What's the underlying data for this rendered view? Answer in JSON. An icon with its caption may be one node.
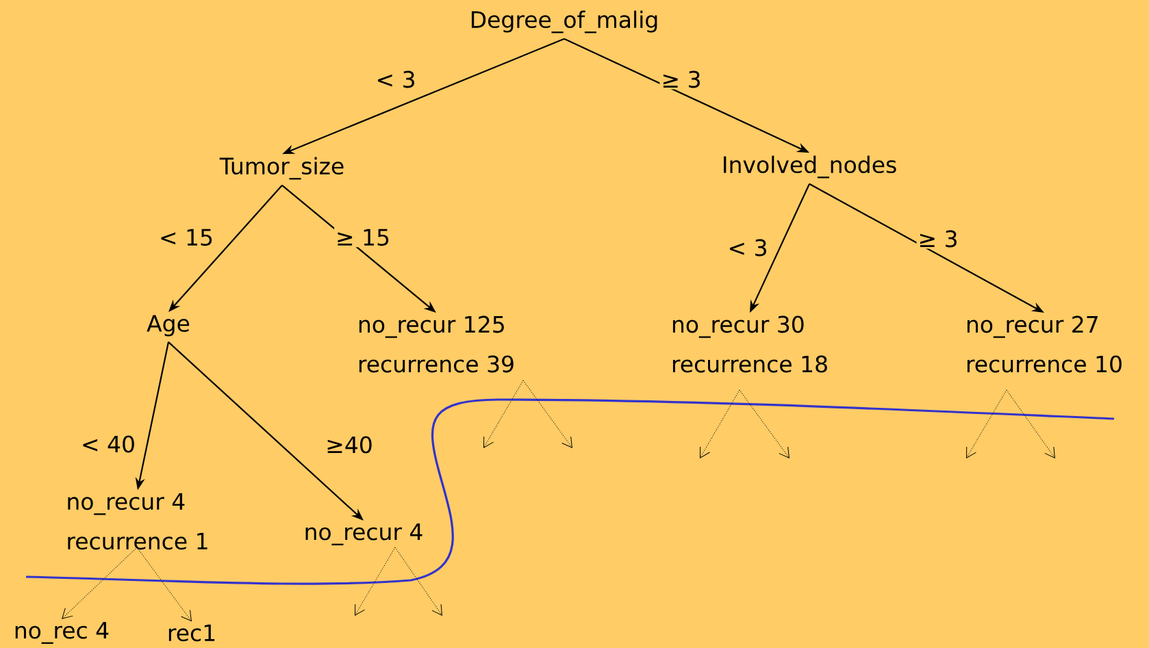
{
  "diagram": {
    "nodes": [
      {
        "text": [
          "Degree_of_malig"
        ]
      },
      {
        "text": [
          "Tumor_size"
        ]
      },
      {
        "text": [
          "Involved_nodes"
        ]
      },
      {
        "text": [
          "Age"
        ]
      },
      {
        "text": [
          "no_recur 125",
          "recurrence 39"
        ]
      },
      {
        "text": [
          "no_recur 30",
          "recurrence 18"
        ]
      },
      {
        "text": [
          "no_recur 27",
          "recurrence 10"
        ]
      },
      {
        "text": [
          "no_recur 4",
          "recurrence 1"
        ]
      },
      {
        "text": [
          "no_recur 4"
        ]
      },
      {
        "text": [
          "no_rec 4"
        ]
      },
      {
        "text": [
          "rec1"
        ]
      }
    ],
    "edges": [
      {
        "from": 0,
        "to": 1,
        "arrow": "to",
        "label": "< 3"
      },
      {
        "from": 0,
        "to": 2,
        "arrow": "to",
        "label": "≥ 3"
      },
      {
        "from": 1,
        "to": 3,
        "arrow": "to",
        "label": "< 15"
      },
      {
        "from": 1,
        "to": 4,
        "arrow": "to",
        "label": "≥ 15"
      },
      {
        "from": 2,
        "to": 5,
        "arrow": "to",
        "label": "< 3"
      },
      {
        "from": 2,
        "to": 6,
        "arrow": "to",
        "label": "≥ 3"
      },
      {
        "from": 3,
        "to": 7,
        "arrow": "to",
        "label": "< 40"
      },
      {
        "from": 3,
        "to": 8,
        "arrow": "to",
        "label": "≥40"
      },
      {
        "from": 7,
        "to": 9,
        "arrow": "to",
        "style": "dashed"
      },
      {
        "from": 7,
        "to": 10,
        "arrow": "to",
        "style": "dashed"
      },
      {
        "from": 4,
        "to": null,
        "arrow": "to",
        "style": "dashed"
      },
      {
        "from": 4,
        "to": null,
        "arrow": "to",
        "style": "dashed"
      },
      {
        "from": 5,
        "to": null,
        "arrow": "to",
        "style": "dashed"
      },
      {
        "from": 5,
        "to": null,
        "arrow": "to",
        "style": "dashed"
      },
      {
        "from": 6,
        "to": null,
        "arrow": "to",
        "style": "dashed"
      },
      {
        "from": 6,
        "to": null,
        "arrow": "to",
        "style": "dashed"
      },
      {
        "from": 8,
        "to": null,
        "arrow": "to",
        "style": "dashed"
      },
      {
        "from": 8,
        "to": null,
        "arrow": "to",
        "style": "dashed"
      }
    ]
  }
}
